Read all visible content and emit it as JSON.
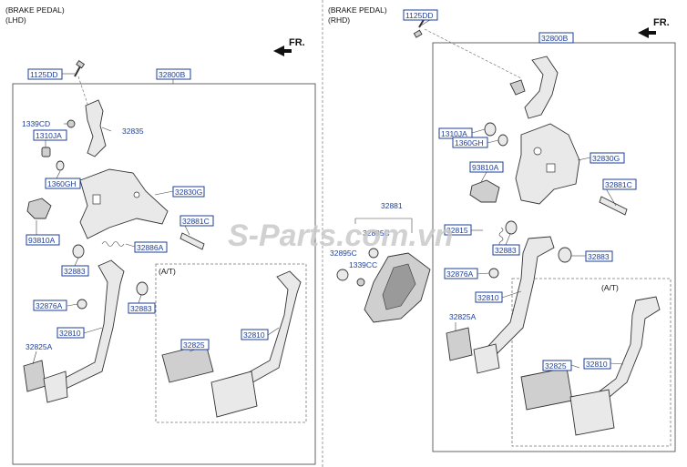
{
  "left": {
    "title1": "(BRAKE PEDAL)",
    "title2": "(LHD)",
    "fr": "FR.",
    "at": "(A/T)",
    "labels": {
      "p1125DD": "1125DD",
      "p32800B": "32800B",
      "p1339CD": "1339CD",
      "p32835": "32835",
      "p1310JA": "1310JA",
      "p1360GH": "1360GH",
      "p32830G": "32830G",
      "p93810A": "93810A",
      "p32881C": "32881C",
      "p32886A": "32886A",
      "p32883a": "32883",
      "p32883b": "32883",
      "p32876A": "32876A",
      "p32810a": "32810",
      "p32825A": "32825A",
      "p32825": "32825",
      "p32810b": "32810"
    }
  },
  "right": {
    "title1": "(BRAKE PEDAL)",
    "title2": "(RHD)",
    "fr": "FR.",
    "at": "(A/T)",
    "labels": {
      "p1125DD": "1125DD",
      "p32800B": "32800B",
      "p1310JA": "1310JA",
      "p1360GH": "1360GH",
      "p32830G": "32830G",
      "p93810A": "93810A",
      "p32881C": "32881C",
      "p32881": "32881",
      "p32895Ca": "32895C",
      "p32895Cb": "32895C",
      "p1339CC": "1339CC",
      "p32815": "32815",
      "p32883a": "32883",
      "p32883b": "32883",
      "p32876A": "32876A",
      "p32810a": "32810",
      "p32825A": "32825A",
      "p32825": "32825",
      "p32810b": "32810"
    }
  },
  "watermark": "S-Parts.com.vn"
}
